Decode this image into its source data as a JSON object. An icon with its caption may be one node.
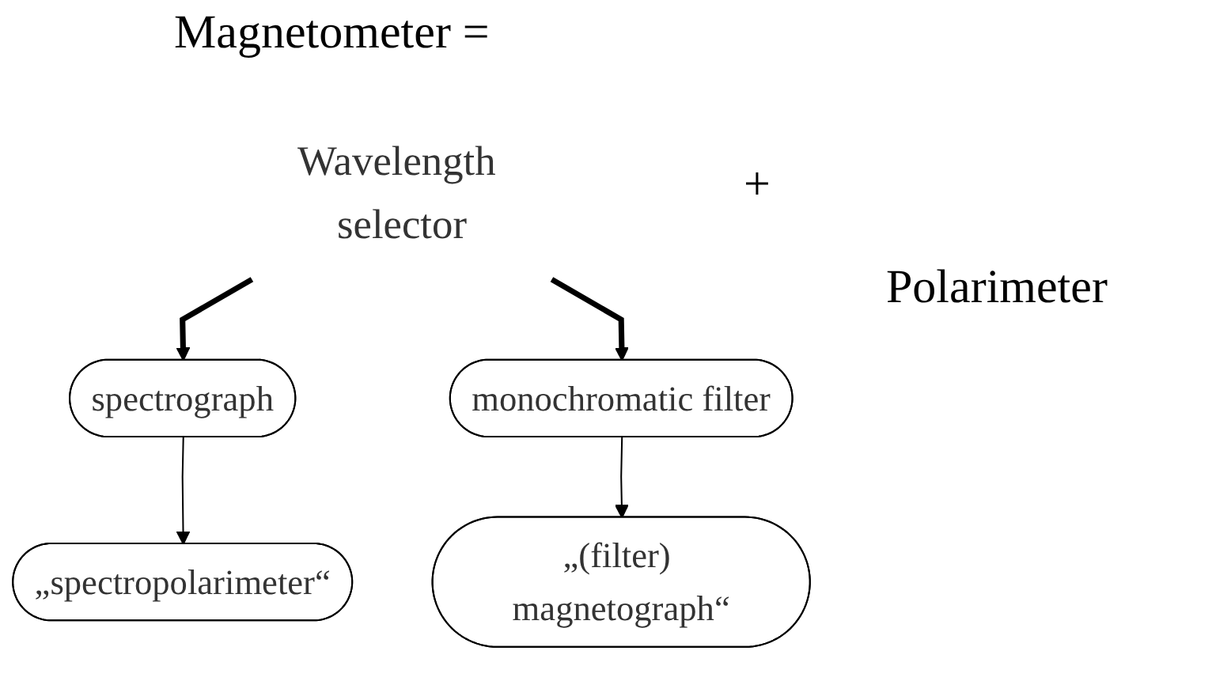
{
  "diagram": {
    "nodes": [
      {
        "text": [
          "Wavelength selector"
        ]
      },
      {
        "text": [
          "spectrograph"
        ]
      },
      {
        "text": [
          "monochromatic filter"
        ]
      },
      {
        "text": [
          "„spectropolarimeter“"
        ]
      },
      {
        "text": [
          "„(filter) magnetograph“"
        ]
      }
    ],
    "edges": [
      {
        "from": 0,
        "to": 1,
        "arrow": "to",
        "style": "thick"
      },
      {
        "from": 0,
        "to": 2,
        "arrow": "to",
        "style": "thick"
      },
      {
        "from": 1,
        "to": 3,
        "arrow": "to"
      },
      {
        "from": 2,
        "to": 4,
        "arrow": "to"
      }
    ],
    "labels": [
      "Magnetometer =",
      "+",
      "Polarimeter"
    ]
  }
}
